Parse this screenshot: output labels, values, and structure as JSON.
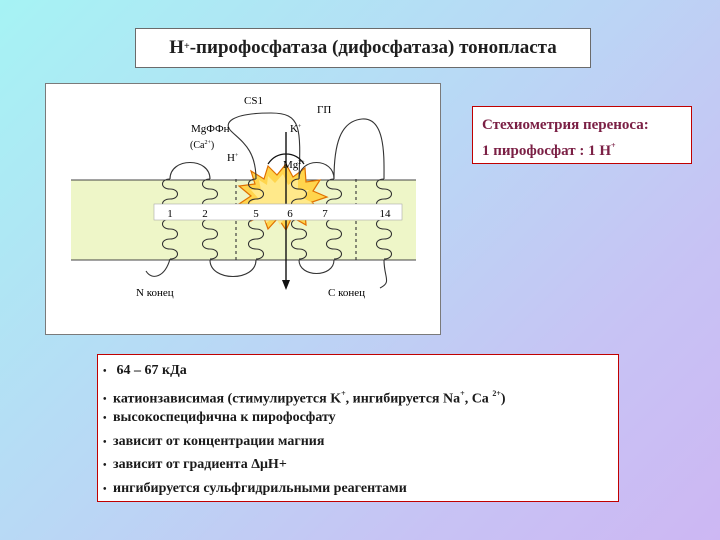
{
  "title": {
    "main": "H",
    "sup": "+",
    "rest": "-пирофосфатаза (дифосфатаза) тонопласта"
  },
  "stoichiometry": {
    "line1": "Стехиометрия переноса:",
    "line2_main": "1 пирофосфат : 1 H",
    "line2_sup": "+"
  },
  "diagram": {
    "label_cs1": "CS1",
    "label_gp": "ГП",
    "label_mgffn": "MgФФн",
    "label_ca": "(Ca",
    "label_ca_sup": "2+",
    "label_ca_close": ")",
    "label_k": "K",
    "label_k_sup": "+",
    "label_h": "H",
    "label_h_sup": "+",
    "label_mg": "Mg",
    "label_mg_sup": "2+",
    "label_n_end": "N конец",
    "label_c_end": "C конец",
    "helix_numbers": [
      "1",
      "2",
      "5",
      "6",
      "7",
      "14"
    ],
    "colors": {
      "membrane": "#eef6c8",
      "star": "#ffd54d",
      "star_outline": "#e07000",
      "star_edge": "#ff3300"
    }
  },
  "properties": [
    {
      "text": "64 – 67 кДа"
    },
    {
      "p1": "катионзависимая (стимулируется K",
      "s1": "+",
      "p2": ", ингибируется Na",
      "s2": "+",
      "p3": ", Ca ",
      "s3": "2+",
      "p4": ")"
    },
    {
      "text": "высокоспецифична к пирофосфату"
    },
    {
      "text": "зависит от концентрации магния"
    },
    {
      "text": "зависит от градиента ΔμH+"
    },
    {
      "text": "ингибируется сульфгидрильными реагентами"
    }
  ],
  "bullet_char": "•"
}
